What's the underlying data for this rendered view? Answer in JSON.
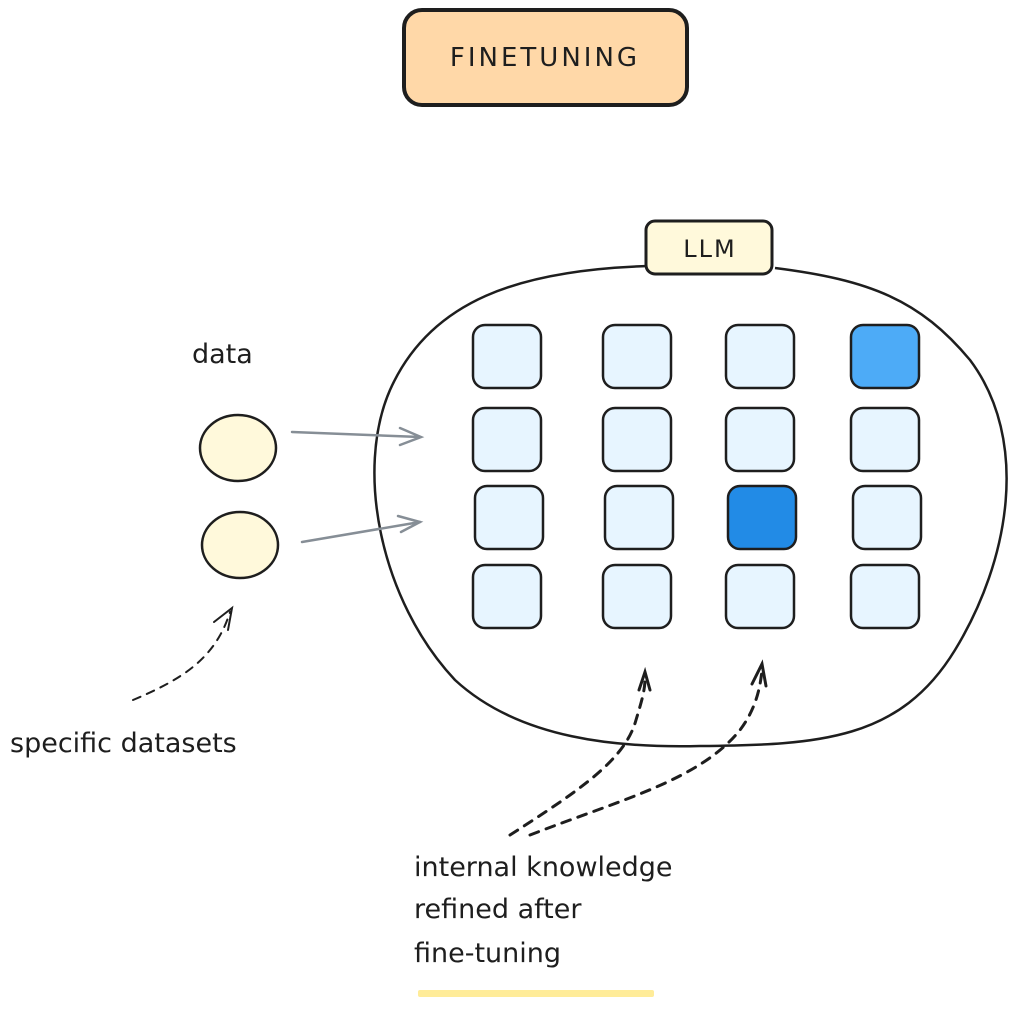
{
  "diagram": {
    "title": "FINETUNING",
    "model_label": "LLM",
    "data_label": "data",
    "dataset_caption": "specific datasets",
    "knowledge_caption_lines": [
      "internal knowledge",
      "refined after",
      "fine-tuning"
    ],
    "data_nodes": [
      {
        "id": "data-1"
      },
      {
        "id": "data-2"
      }
    ],
    "parameter_grid": {
      "rows": 4,
      "cols": 4,
      "cells": [
        [
          "default",
          "default",
          "default",
          "refined-light"
        ],
        [
          "default",
          "default",
          "default",
          "default"
        ],
        [
          "default",
          "default",
          "refined-dark",
          "default"
        ],
        [
          "default",
          "default",
          "default",
          "default"
        ]
      ]
    }
  },
  "colors": {
    "title_fill": "#ffd8a8",
    "llm_tag_fill": "#fff9db",
    "data_node_fill": "#fff9db",
    "cell_default": "#e7f5ff",
    "cell_refined_light": "#4dabf7",
    "cell_refined_dark": "#228be6",
    "stroke": "#1e1e1e",
    "arrow_gray": "#868e96",
    "highlight_bar": "#ffec99"
  }
}
